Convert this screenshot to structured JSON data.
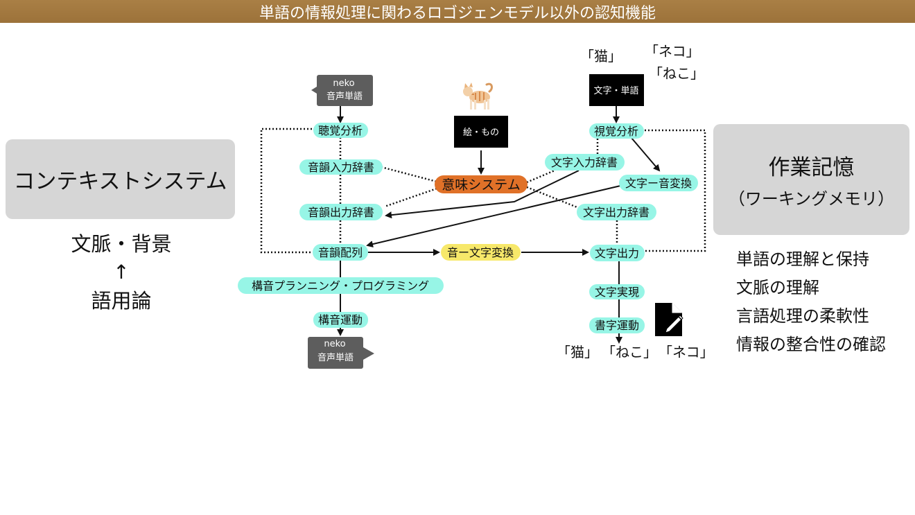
{
  "title": "単語の情報処理に関わるロゴジェンモデル以外の認知機能",
  "context_system": {
    "label": "コンテキストシステム",
    "notes": [
      "文脈・背景",
      "↑",
      "語用論"
    ]
  },
  "working_memory": {
    "title": "作業記憶",
    "subtitle": "（ワーキングメモリ）",
    "functions": [
      "単語の理解と保持",
      "文脈の理解",
      "言語処理の柔軟性",
      "情報の整合性の確認"
    ]
  },
  "inputs": {
    "spoken_word_in": {
      "line1": "neko",
      "line2": "音声単語"
    },
    "picture": {
      "label": "絵・もの",
      "icon": "cat-emoji"
    },
    "written_word": {
      "label": "文字・単語",
      "examples": [
        "「猫」",
        "「ネコ」",
        "「ねこ」"
      ]
    }
  },
  "outputs": {
    "spoken_word_out": {
      "line1": "neko",
      "line2": "音声単語"
    },
    "written_examples": [
      "「猫」",
      "「ねこ」",
      "「ネコ」"
    ],
    "writing_icon": "document-pencil-icon"
  },
  "nodes": {
    "auditory_analysis": "聴覚分析",
    "phonological_input_lexicon": "音韻入力辞書",
    "semantic_system": "意味システム",
    "phonological_output_lexicon": "音韻出力辞書",
    "phoneme_sequence": "音韻配列",
    "articulatory_planning": "構音プランニング・プログラミング",
    "articulation": "構音運動",
    "sound_to_letter": "音ー文字変換",
    "visual_analysis": "視覚分析",
    "orthographic_input_lexicon": "文字入力辞書",
    "letter_to_sound": "文字ー音変換",
    "orthographic_output_lexicon": "文字出力辞書",
    "letter_output": "文字出力",
    "letter_realization": "文字実現",
    "writing_movement": "書字運動"
  },
  "colors": {
    "title_bar": "#a27840",
    "node_cyan": "#97f5e6",
    "semantic_orange": "#e07128",
    "conversion_yellow": "#f7e86a",
    "gray_box": "#d6d6d6",
    "callout_gray": "#5d5d5d"
  }
}
